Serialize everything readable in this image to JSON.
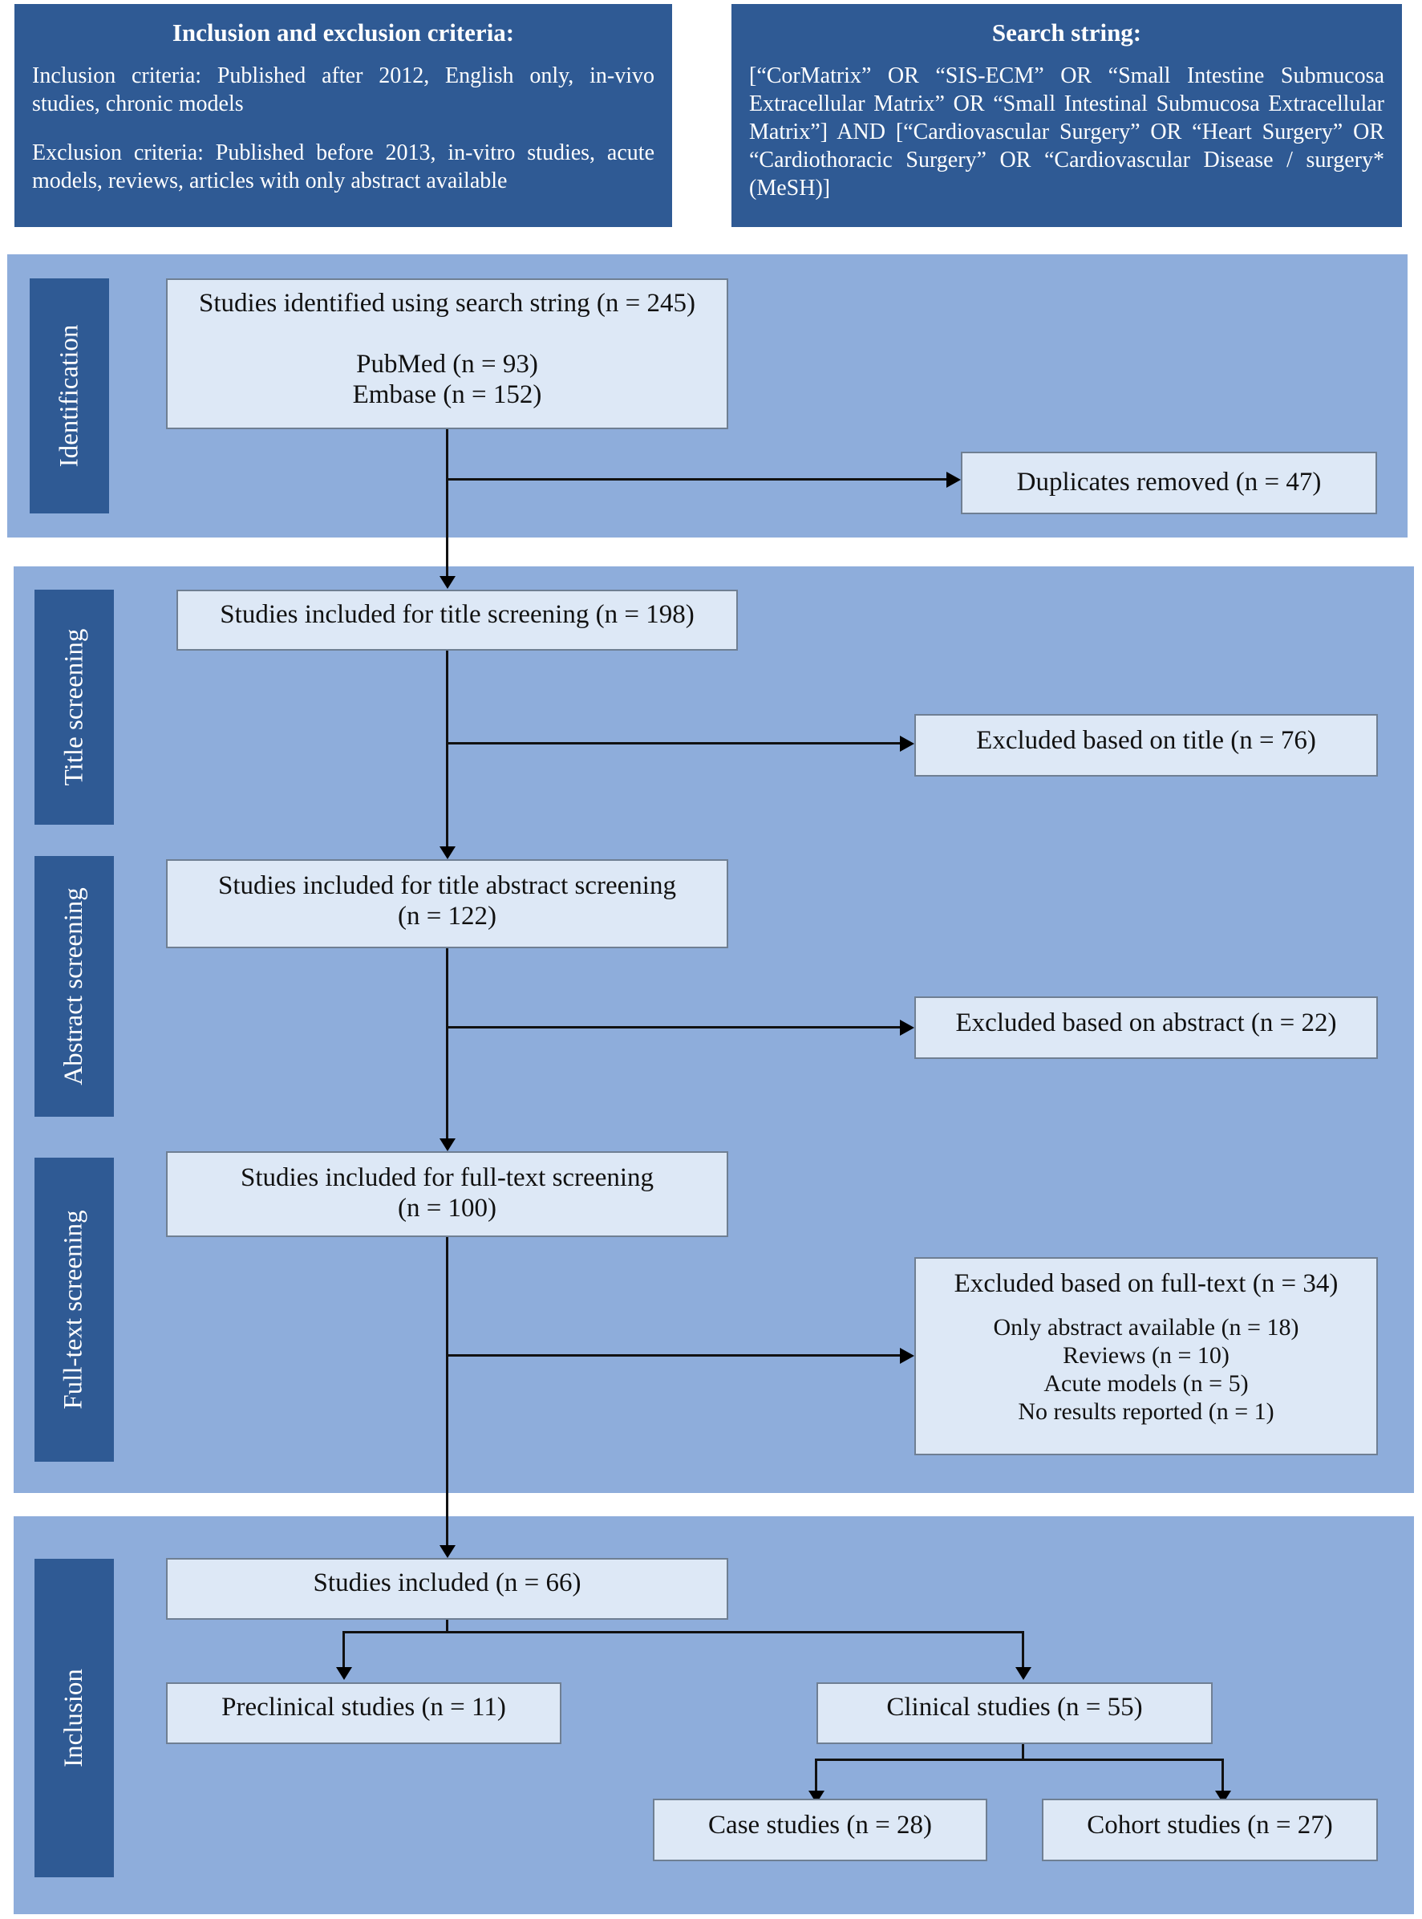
{
  "criteria": {
    "title": "Inclusion and exclusion criteria:",
    "inclusion": "Inclusion criteria: Published after 2012, English only, in-vivo studies, chronic models",
    "exclusion": "Exclusion criteria: Published before 2013, in-vitro studies, acute models, reviews, articles with only abstract available"
  },
  "search": {
    "title": "Search string:",
    "text": "[“CorMatrix” OR “SIS-ECM” OR “Small Intestine Submucosa Extracellular Matrix” OR “Small Intestinal Submucosa Extracellular Matrix”] AND [“Cardiovascular Surgery” OR “Heart Surgery” OR “Cardiothoracic Surgery” OR “Cardiovascular Disease / surgery* (MeSH)]"
  },
  "stages": {
    "identification": "Identification",
    "title_screening": "Title screening",
    "abstract_screening": "Abstract screening",
    "fulltext_screening": "Full-text  screening",
    "inclusion": "Inclusion"
  },
  "nodes": {
    "identified": {
      "title": "Studies identified using search string (n = 245)",
      "line1": "PubMed (n = 93)",
      "line2": "Embase (n = 152)"
    },
    "duplicates": "Duplicates removed (n = 47)",
    "title_screen": "Studies included for title screening (n = 198)",
    "excluded_title": "Excluded based on title (n = 76)",
    "abstract_screen_l1": "Studies included for title abstract screening",
    "abstract_screen_l2": "(n = 122)",
    "excluded_abstract": "Excluded based on abstract (n = 22)",
    "fulltext_screen_l1": "Studies included for full-text screening",
    "fulltext_screen_l2": "(n = 100)",
    "excluded_fulltext": {
      "title": "Excluded based on full-text (n = 34)",
      "items": [
        "Only abstract available (n = 18)",
        "Reviews (n = 10)",
        "Acute models (n = 5)",
        "No results reported (n = 1)"
      ]
    },
    "included": "Studies included (n = 66)",
    "preclinical": "Preclinical studies (n = 11)",
    "clinical": "Clinical studies (n = 55)",
    "case": "Case studies (n = 28)",
    "cohort": "Cohort studies (n = 27)"
  }
}
